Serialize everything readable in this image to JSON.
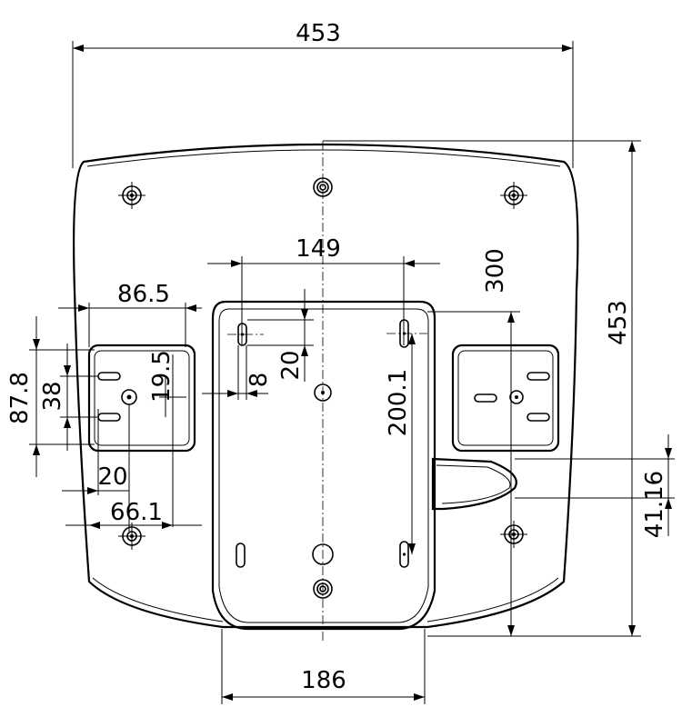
{
  "dimensions": {
    "overall_width": "453",
    "overall_height": "453",
    "rear_plate_width": "186",
    "slot_spacing_x": "149",
    "slot_to_edge_y": "300",
    "slot_spacing_y": "200.1",
    "slot_offset_y": "20",
    "slot_width": "8",
    "side_pad_width": "86.5",
    "side_pad_height": "87.8",
    "side_pad_inner": "38",
    "side_pad_hole": "19.5",
    "side_pad_offset": "20",
    "side_pad_hole_x": "66.1",
    "handle_height": "41.16"
  }
}
